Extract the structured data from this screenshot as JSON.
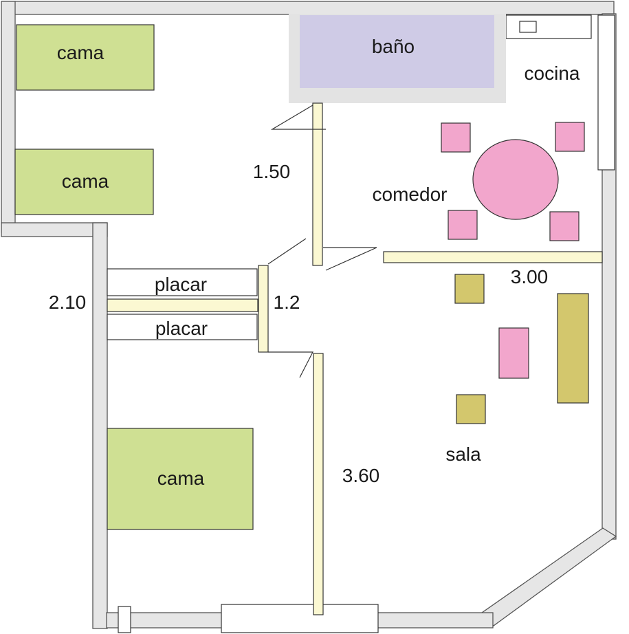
{
  "colors": {
    "wall": "#e6e6e6",
    "wall_stroke": "#555555",
    "bed": "#cfe093",
    "bathroom": "#cfcbe6",
    "bathroom_frame": "#e3e3e3",
    "pink": "#f2a6cc",
    "olive": "#d3c76d",
    "partition": "#fbf8d2",
    "outline": "#333333"
  },
  "rooms": {
    "bath": "baño",
    "kitchen": "cocina",
    "dining": "comedor",
    "living": "sala"
  },
  "furniture": {
    "bed_1": "cama",
    "bed_2": "cama",
    "bed_3": "cama",
    "closet_1": "placar",
    "closet_2": "placar"
  },
  "dimensions": {
    "d1": "1.50",
    "d2": "2.10",
    "d3": "1.2",
    "d4": "3.00",
    "d5": "3.60"
  }
}
